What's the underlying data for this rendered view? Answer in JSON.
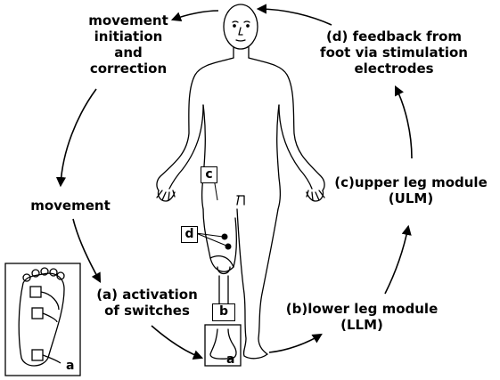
{
  "labels": {
    "movement_initiation": "movement\ninitiation\nand\ncorrection",
    "feedback": "(d) feedback from\nfoot via stimulation\nelectrodes",
    "movement": "movement",
    "upper_leg": "(c)upper leg module\n(ULM)",
    "activation": "(a) activation\nof switches",
    "lower_leg": "(b)lower leg module\n(LLM)"
  },
  "markers": {
    "c": "c",
    "d": "d",
    "b": "b",
    "a_foot": "a",
    "a_inset": "a"
  },
  "colors": {
    "ink": "#000000",
    "background": "#ffffff"
  }
}
